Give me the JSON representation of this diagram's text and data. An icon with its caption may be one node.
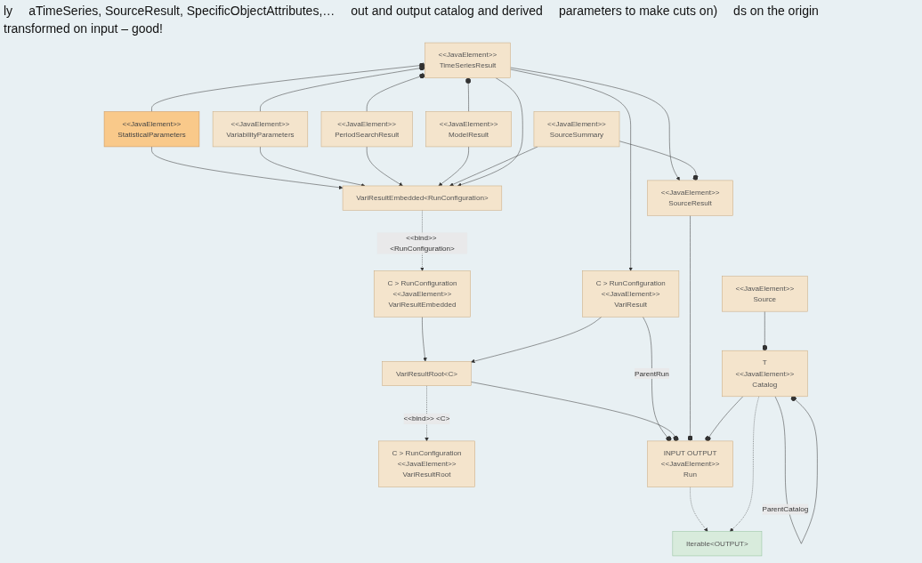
{
  "diagram": {
    "nodes": [
      {
        "text": [
          "<<JavaElement>>",
          "StatisticalParameters"
        ]
      },
      {
        "text": [
          "<<JavaElement>>",
          "TimeSeriesResult"
        ]
      },
      {
        "text": [
          "<<JavaElement>>",
          "VariabilityParameters"
        ]
      },
      {
        "text": [
          "<<JavaElement>>",
          "PeriodSearchResult"
        ]
      },
      {
        "text": [
          "<<JavaElement>>",
          "ModelResult"
        ]
      },
      {
        "text": [
          "VariResultEmbedded<RunConfiguration>"
        ]
      },
      {
        "text": [
          "C > RunConfiguration",
          "<<JavaElement>>",
          "VariResultEmbedded"
        ]
      },
      {
        "text": [
          "C > RunConfiguration",
          "<<JavaElement>>",
          "VariResultRoot"
        ]
      },
      {
        "text": [
          "VariResultRoot<C>"
        ]
      },
      {
        "text": [
          "<<JavaElement>>",
          "SourceSummary"
        ]
      },
      {
        "text": [
          "<<JavaElement>>",
          "SourceResult"
        ]
      },
      {
        "text": [
          "C > RunConfiguration",
          "<<JavaElement>>",
          "VariResult"
        ]
      },
      {
        "text": [
          "INPUT OUTPUT",
          "<<JavaElement>>",
          "Run"
        ]
      },
      {
        "text": [
          "T",
          "<<JavaElement>>",
          "Catalog"
        ]
      },
      {
        "text": [
          "Iterable<OUTPUT>"
        ]
      },
      {
        "text": [
          "<<JavaElement>>",
          "Source"
        ]
      }
    ],
    "edges": [
      {
        "from": 0,
        "to": 1,
        "arrow": "other"
      },
      {
        "from": 2,
        "to": 1,
        "arrow": "other"
      },
      {
        "from": 3,
        "to": 1,
        "arrow": "other"
      },
      {
        "from": 4,
        "to": 1,
        "arrow": "other"
      },
      {
        "from": 0,
        "to": 5,
        "arrow": "to"
      },
      {
        "from": 2,
        "to": 5,
        "arrow": "to"
      },
      {
        "from": 3,
        "to": 5,
        "arrow": "to"
      },
      {
        "from": 4,
        "to": 5,
        "arrow": "to"
      },
      {
        "from": 9,
        "to": 5,
        "arrow": "to"
      },
      {
        "from": 1,
        "to": 5,
        "arrow": "to"
      },
      {
        "from": 5,
        "to": 6,
        "label": "<<bind>> <RunConfiguration>",
        "arrow": "to",
        "style": "dashed"
      },
      {
        "from": 6,
        "to": 8,
        "arrow": "to"
      },
      {
        "from": 8,
        "to": 7,
        "label": "<<bind>> <C>",
        "arrow": "to",
        "style": "dashed"
      },
      {
        "from": 11,
        "to": 8,
        "arrow": "to"
      },
      {
        "from": 1,
        "to": 10,
        "arrow": "to"
      },
      {
        "from": 9,
        "to": 10,
        "arrow": "other"
      },
      {
        "from": 1,
        "to": 11,
        "arrow": "to"
      },
      {
        "from": 11,
        "to": 12,
        "label": "ParentRun",
        "arrow": "other"
      },
      {
        "from": 8,
        "to": 12,
        "arrow": "other"
      },
      {
        "from": 10,
        "to": 12,
        "arrow": "other"
      },
      {
        "from": 13,
        "to": 12,
        "arrow": "other"
      },
      {
        "from": 12,
        "to": 14,
        "arrow": "to",
        "style": "dashed"
      },
      {
        "from": 13,
        "to": 14,
        "arrow": "to",
        "style": "dashed"
      },
      {
        "from": 15,
        "to": 13,
        "arrow": "other"
      },
      {
        "from": 13,
        "to": 13,
        "label": "ParentCatalog",
        "arrow": "other"
      }
    ],
    "labels": [
      "ly",
      "aTimeSeries, SourceResult, SpecificObjectAttributes,…",
      "out and output catalog and derived",
      "parameters to make cuts on)",
      "ds on the origin",
      "transformed on input – good!"
    ]
  }
}
